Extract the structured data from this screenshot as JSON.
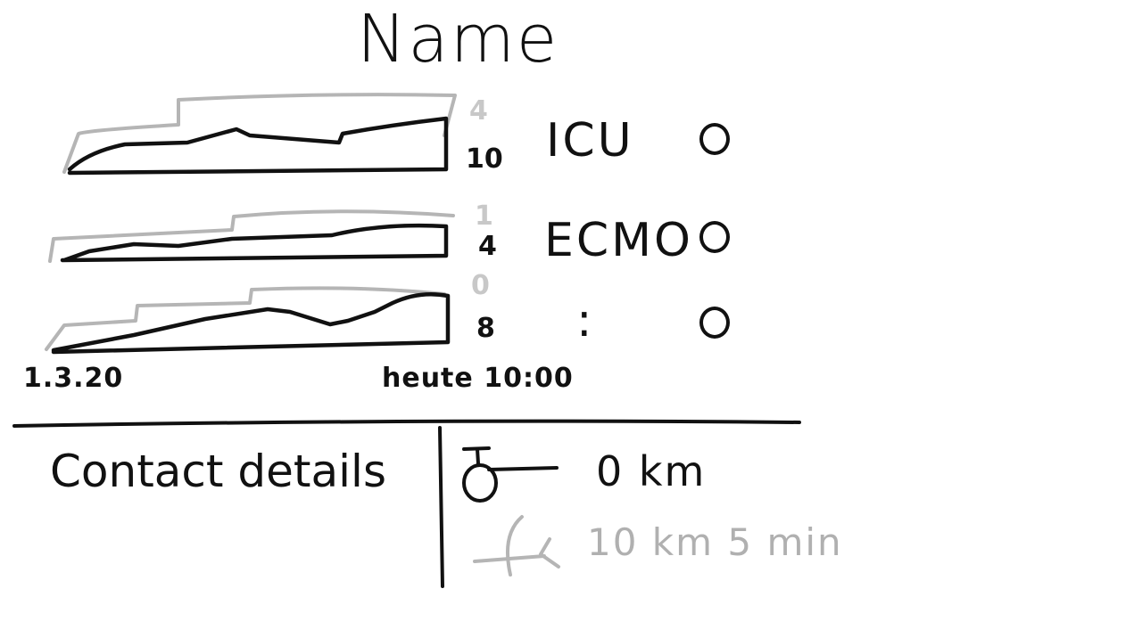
{
  "header": {
    "title": "Name"
  },
  "rows": [
    {
      "label": "ICU",
      "current": "10",
      "previous": "4"
    },
    {
      "label": "ECMO",
      "current": "4",
      "previous": "1"
    },
    {
      "label": ":",
      "current": "8",
      "previous": "0"
    }
  ],
  "axis": {
    "start": "1.3.20",
    "end": "heute 10:00"
  },
  "footer": {
    "contact_label": "Contact details",
    "distance": "0 km",
    "eta": "10 km 5 min"
  },
  "colors": {
    "ink": "#111111",
    "faded": "#b0b0b0"
  },
  "icons": {
    "status": "circle-icon",
    "location": "location-pin-icon",
    "route": "route-icon"
  }
}
